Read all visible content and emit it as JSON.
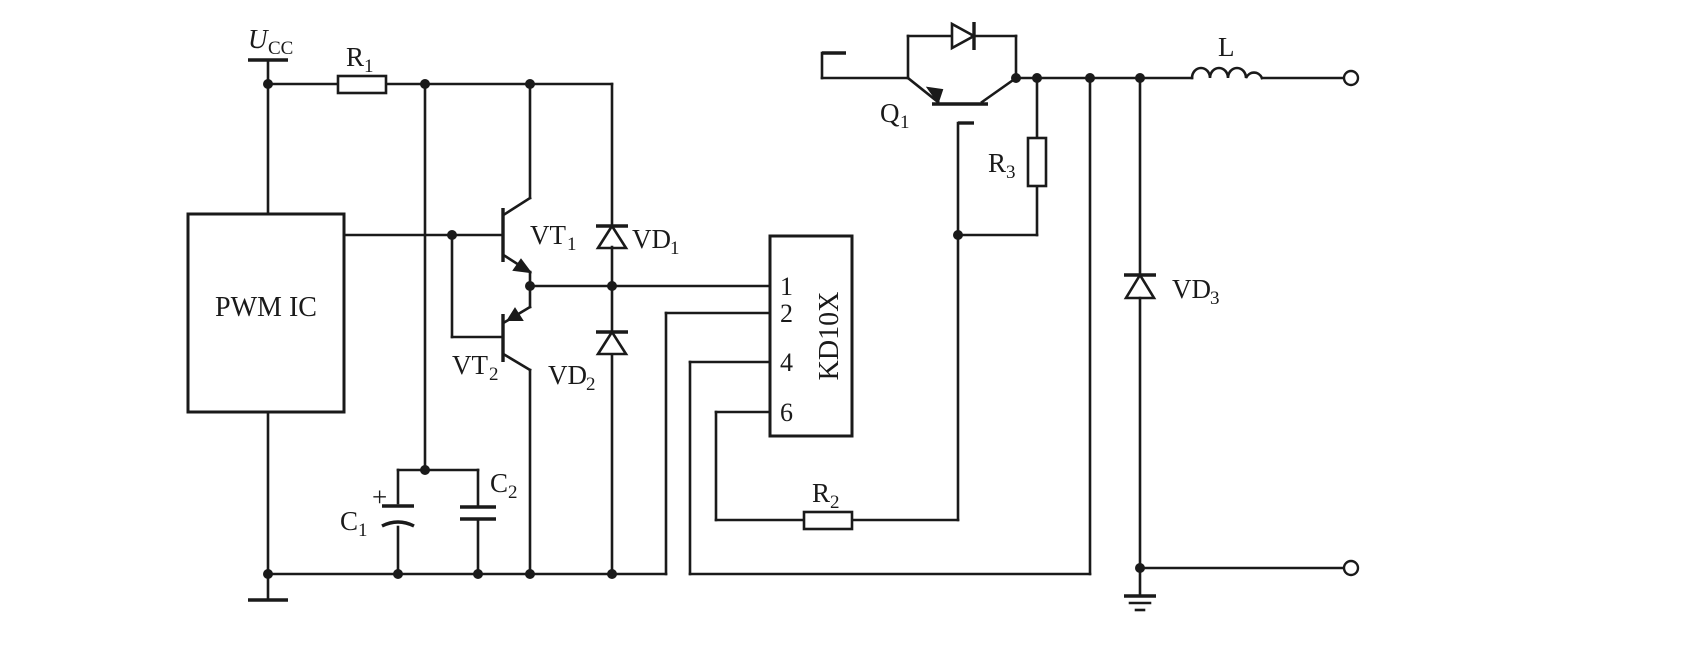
{
  "diagram": {
    "ucc": {
      "main": "U",
      "sub": "CC"
    },
    "r1": {
      "main": "R",
      "sub": "1"
    },
    "r2": {
      "main": "R",
      "sub": "2"
    },
    "r3": {
      "main": "R",
      "sub": "3"
    },
    "c1": {
      "main": "C",
      "sub": "1"
    },
    "c2": {
      "main": "C",
      "sub": "2"
    },
    "vt1": {
      "main": "VT",
      "sub": "1"
    },
    "vt2": {
      "main": "VT",
      "sub": "2"
    },
    "vd1": {
      "main": "VD",
      "sub": "1"
    },
    "vd2": {
      "main": "VD",
      "sub": "2"
    },
    "vd3": {
      "main": "VD",
      "sub": "3"
    },
    "q1": {
      "main": "Q",
      "sub": "1"
    },
    "inductor": "L",
    "pwm_ic": "PWM IC",
    "driver_ic": {
      "name": "KD10X",
      "pins": [
        "1",
        "2",
        "4",
        "6"
      ]
    },
    "c1_polarity": "+"
  }
}
